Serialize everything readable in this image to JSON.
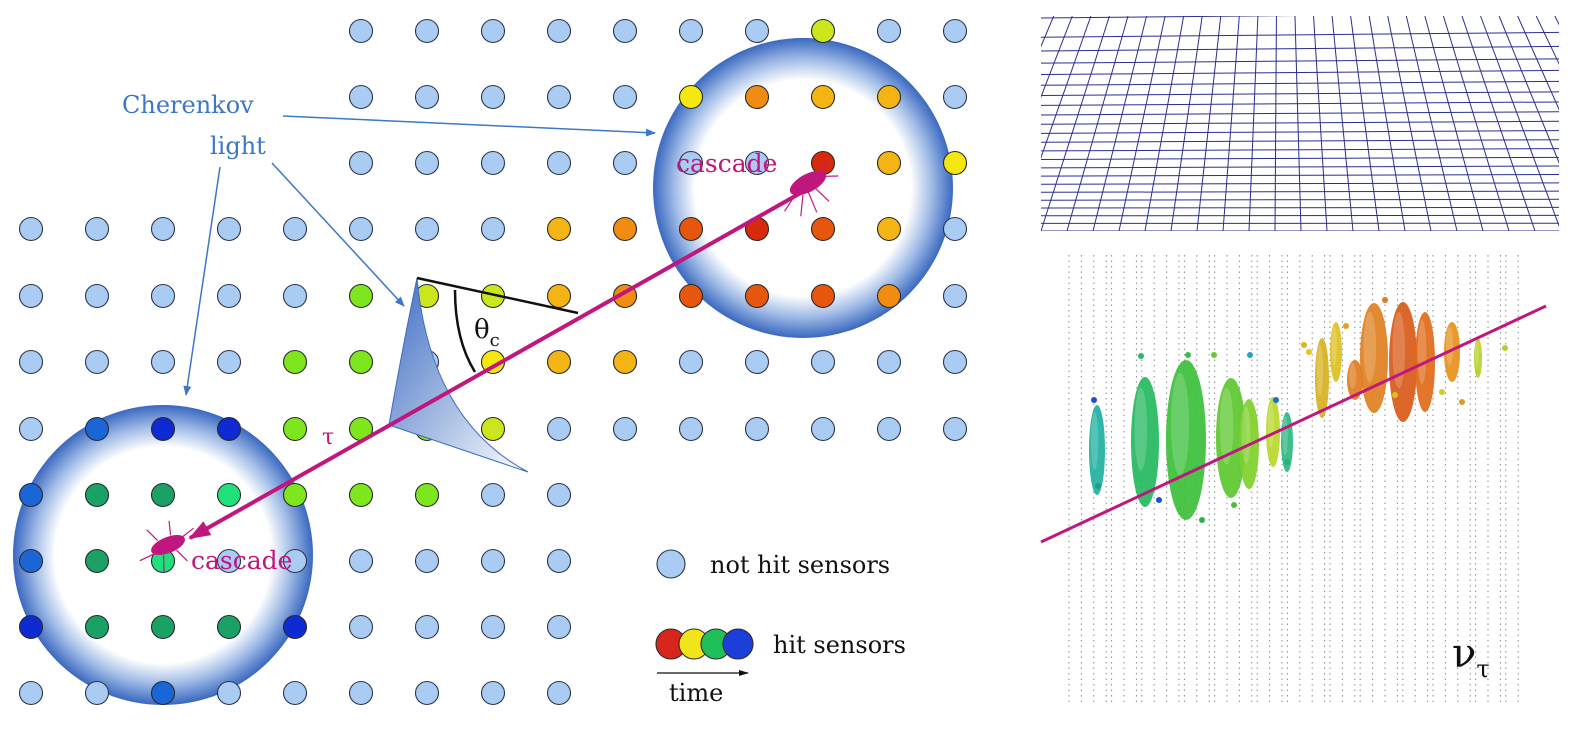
{
  "labels": {
    "cherenkov_line1": "Cherenkov",
    "cherenkov_line2": "light",
    "cascade_top": "cascade",
    "cascade_bottom": "cascade",
    "tau": "τ",
    "theta": "θ",
    "theta_sub": "c",
    "legend_not_hit": "not hit sensors",
    "legend_hit": "hit sensors",
    "legend_time": "time",
    "nu": "ν",
    "nu_sub": "τ"
  },
  "colors": {
    "idle_sensor": "#aacbf2",
    "track": "#c0177e",
    "cherenkov_text": "#3d77c6",
    "halo": "#3f6fc4",
    "hit_scale": [
      "#d9261c",
      "#f2e41a",
      "#1fc05a",
      "#1b3fd8"
    ]
  },
  "icons": {
    "arrow": "arrow-icon",
    "cascade": "cascade-burst-icon",
    "cone": "cherenkov-cone-icon"
  }
}
